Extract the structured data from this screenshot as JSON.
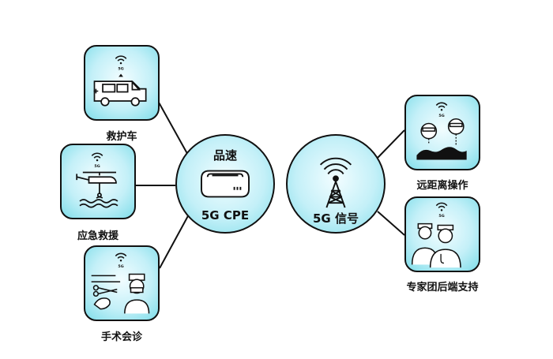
{
  "left_hub": {
    "title": "品速",
    "label": "5G CPE"
  },
  "right_hub": {
    "label": "5G 信号"
  },
  "badge": "5G",
  "left_items": [
    {
      "label": "救护车"
    },
    {
      "label": "应急救援"
    },
    {
      "label": "手术会诊"
    }
  ],
  "right_items": [
    {
      "label": "远距离操作"
    },
    {
      "label": "专家团后端支持"
    }
  ],
  "colors": {
    "card_fill": "#c4f0f8",
    "card_edge": "#7fdde9",
    "stroke": "#111111"
  }
}
